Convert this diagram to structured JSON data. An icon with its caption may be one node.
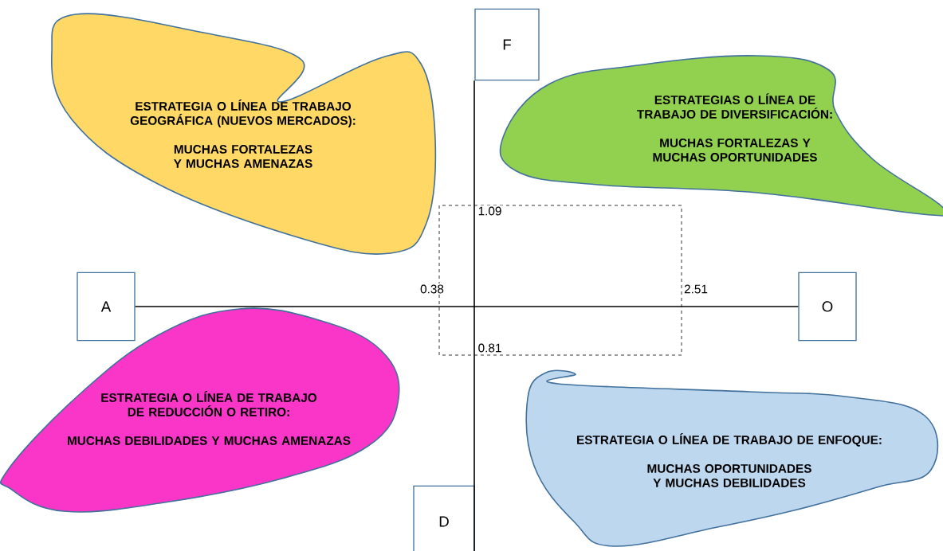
{
  "diagram": {
    "nodes": [
      {
        "text": [
          "ESTRATEGIA O LÍNEA DE TRABAJO GEOGRÁFICA (NUEVOS MERCADOS):",
          "MUCHAS FORTALEZAS Y MUCHAS AMENAZAS"
        ]
      },
      {
        "text": [
          "F"
        ]
      },
      {
        "text": [
          "ESTRATEGIAS O LÍNEA DE TRABAJO DE DIVERSIFICACIÓN:",
          "MUCHAS FORTALEZAS Y MUCHAS OPORTUNIDADES"
        ]
      },
      {
        "text": [
          "A"
        ]
      },
      {
        "text": [
          "O"
        ]
      },
      {
        "text": [
          "ESTRATEGIA O LÍNEA DE TRABAJO DE REDUCCIÓN O RETIRO:",
          "MUCHAS DEBILIDADES Y MUCHAS AMENAZAS"
        ]
      },
      {
        "text": [
          "ESTRATEGIA O LÍNEA DE TRABAJO DE ENFOQUE:",
          "MUCHAS OPORTUNIDADES Y MUCHAS DEBILIDADES"
        ]
      },
      {
        "text": [
          "D"
        ]
      }
    ],
    "edges": [
      {
        "from": 3,
        "to": 4,
        "arrow": "none"
      },
      {
        "from": 1,
        "to": 7,
        "arrow": "none"
      }
    ],
    "labels": [
      "1.09",
      "0.38",
      "2.51",
      "0.81"
    ]
  }
}
